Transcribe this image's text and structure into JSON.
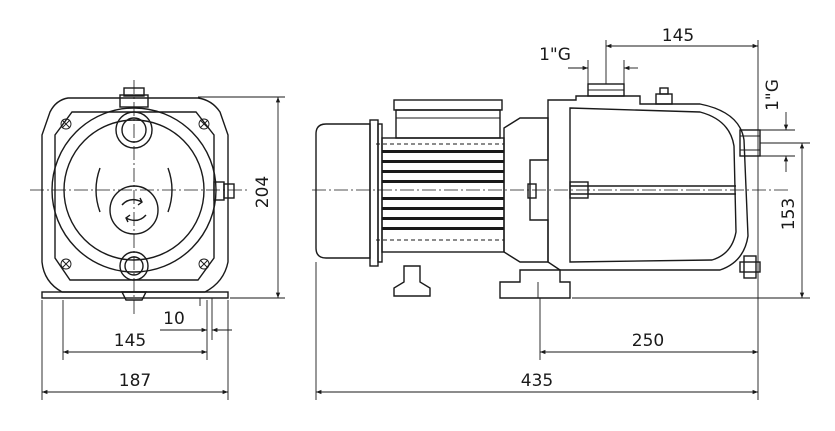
{
  "drawing": {
    "dimensions": {
      "front_width": "187",
      "front_foot_span": "145",
      "front_foot_hole": "10",
      "front_height": "204",
      "side_length": "435",
      "side_base": "250",
      "side_top_offset": "145",
      "side_axis_height": "153",
      "suction_thread": "1\"G",
      "discharge_thread": "1\"G"
    }
  }
}
